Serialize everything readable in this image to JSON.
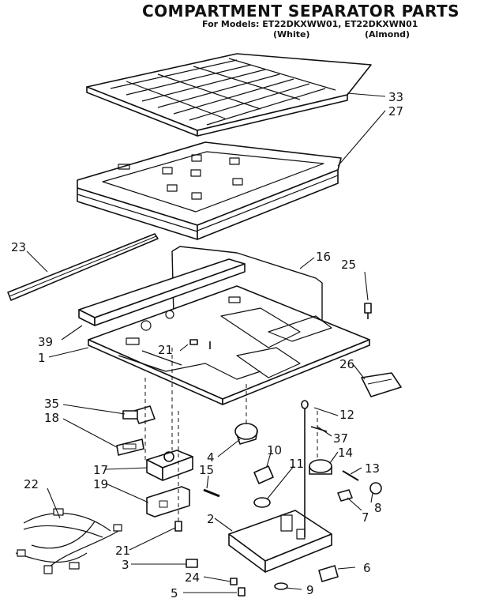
{
  "header": {
    "title": "COMPARTMENT SEPARATOR PARTS",
    "models_line": "For Models: ET22DKXWW01, ET22DKXWN01",
    "color_white": "(White)",
    "color_almond": "(Almond)"
  },
  "callouts": {
    "c33": "33",
    "c27": "27",
    "c23": "23",
    "c16": "16",
    "c25": "25",
    "c39": "39",
    "c21a": "21",
    "c1": "1",
    "c26": "26",
    "c35": "35",
    "c18": "18",
    "c12": "12",
    "c37": "37",
    "c4": "4",
    "c10": "10",
    "c14": "14",
    "c17": "17",
    "c15": "15",
    "c11": "11",
    "c13": "13",
    "c22": "22",
    "c19": "19",
    "c8": "8",
    "c7": "7",
    "c2": "2",
    "c21b": "21",
    "c3": "3",
    "c6": "6",
    "c24": "24",
    "c9": "9",
    "c5": "5"
  }
}
